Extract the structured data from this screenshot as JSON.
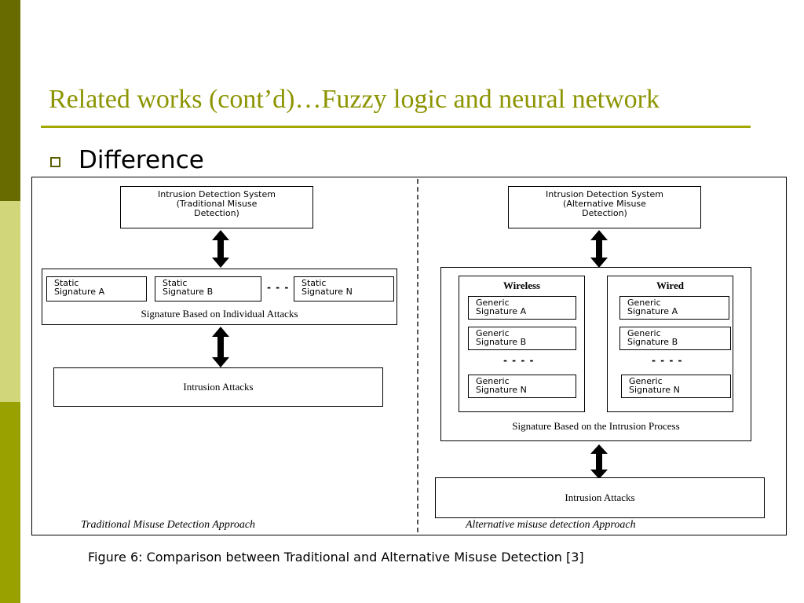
{
  "slide": {
    "title": "Related works (cont’d)…Fuzzy logic and neural network",
    "bullet": "Difference",
    "caption": "Figure 6: Comparison between Traditional and Alternative Misuse Detection [3]"
  },
  "diagram": {
    "left": {
      "ids_line1": "Intrusion Detection System",
      "ids_line2": "(Traditional Misuse",
      "ids_line3": "Detection)",
      "signatures": [
        {
          "line1": "Static",
          "line2": "Signature A"
        },
        {
          "line1": "Static",
          "line2": "Signature B"
        },
        {
          "line1": "Static",
          "line2": "Signature N"
        }
      ],
      "dashes": "- - -",
      "group_label": "Signature Based on Individual Attacks",
      "attacks": "Intrusion Attacks",
      "approach": "Traditional Misuse Detection Approach"
    },
    "right": {
      "ids_line1": "Intrusion Detection System",
      "ids_line2": "(Alternative Misuse",
      "ids_line3": "Detection)",
      "wireless": {
        "title": "Wireless",
        "signatures": [
          {
            "line1": "Generic",
            "line2": "Signature A"
          },
          {
            "line1": "Generic",
            "line2": "Signature B"
          },
          {
            "line1": "Generic",
            "line2": "Signature N"
          }
        ],
        "dashes": "- - - -"
      },
      "wired": {
        "title": "Wired",
        "signatures": [
          {
            "line1": "Generic",
            "line2": "Signature A"
          },
          {
            "line1": "Generic",
            "line2": "Signature B"
          },
          {
            "line1": "Generic",
            "line2": "Signature N"
          }
        ],
        "dashes": "- - - -"
      },
      "group_label": "Signature Based on the Intrusion Process",
      "attacks": "Intrusion Attacks",
      "approach": "Alternative misuse detection Approach"
    }
  },
  "colors": {
    "title": "#8c9400",
    "sidebar_dark": "#676b00",
    "sidebar_light": "#d1d67a",
    "sidebar_mid": "#99a100"
  }
}
